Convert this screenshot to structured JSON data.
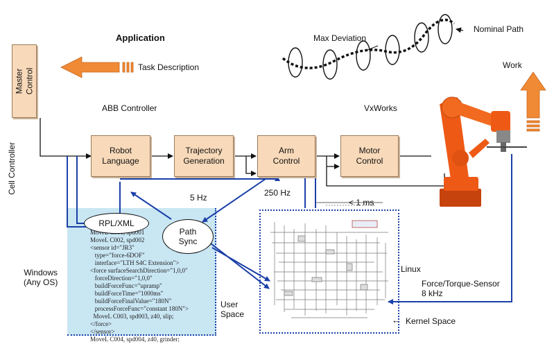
{
  "title": "Application",
  "labels": {
    "task_description": "Task Description",
    "max_deviation": "Max Deviation",
    "nominal_path": "Nominal Path",
    "work": "Work",
    "abb_controller": "ABB Controller",
    "vxworks": "VxWorks",
    "cell_controller": "Cell Controller",
    "hz_5": "5 Hz",
    "hz_250": "250 Hz",
    "lt_1ms": "< 1 ms",
    "windows": "Windows\n(Any OS)",
    "linux": "Linux",
    "force_torque": "Force/Torque-Sensor\n8 kHz",
    "user_space": "User\nSpace",
    "kernel_space": "Kernel Space"
  },
  "blocks": {
    "master_control": "Master\nControl",
    "robot_language": "Robot\nLanguage",
    "trajectory_generation": "Trajectory\nGeneration",
    "arm_control": "Arm\nControl",
    "motor_control": "Motor\nControl"
  },
  "nodes": {
    "rpl_xml": "RPL/XML",
    "path_sync": "Path\nSync"
  },
  "code_lines": [
    "MoveL C001, spd001",
    "MoveL C002, spd002",
    "<sensor id=\"JR3\"",
    "   type=\"force-6DOF\"",
    "   interface=\"LTH S4C Extension\">",
    "<force surfaceSearchDirection=\"1,0,0\"",
    "   forceDirection=\"1,0,0\"",
    "   buildForceFunc=\"upramp\"",
    "   buildForceTime=\"1000ms\"",
    "   buildForceFinalValue=\"180N\"",
    "   processForceFunc=\"constant 180N\">",
    "  MoveL C003, spd003, z40, slip;",
    "</force>",
    "</sensor>",
    "MoveL C004, spd004, z40, grinder;"
  ],
  "colors": {
    "arrow_orange": "#f08a35",
    "block_fill": "#f8d9b9",
    "connector_blue": "#1a3fa8",
    "user_panel": "#c9e6f3",
    "robot_orange": "#ee5a16"
  }
}
